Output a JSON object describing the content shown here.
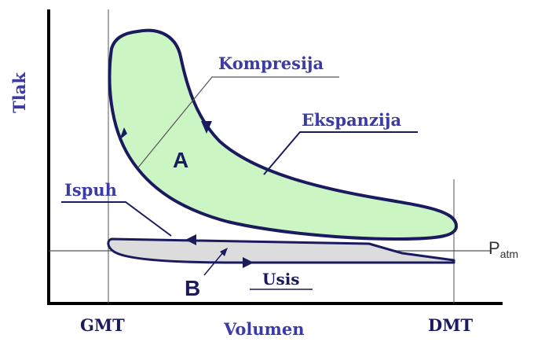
{
  "axis": {
    "y_label": "Tlak",
    "x_label": "Volumen",
    "left_mark": "GMT",
    "right_mark": "DMT"
  },
  "labels": {
    "compression": "Kompresija",
    "expansion": "Ekspanzija",
    "exhaust": "Ispuh",
    "intake": "Usis",
    "area_a": "A",
    "area_b": "B",
    "patm_main": "P",
    "patm_sub": "atm"
  },
  "colors": {
    "loop_a_fill": "#ccf5c4",
    "loop_b_fill": "#dcdcdc",
    "outline": "#1a1a5e",
    "label_blue": "#3a3aa8",
    "thin_line": "#555555"
  },
  "icons": {
    "direction_markers": "arrow-icon"
  }
}
